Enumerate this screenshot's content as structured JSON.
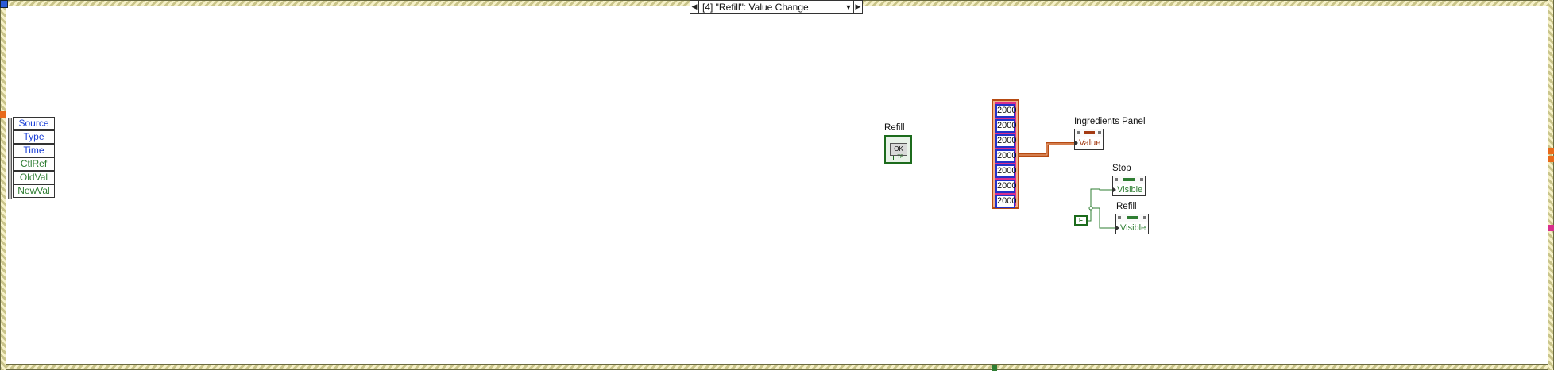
{
  "event_selector": {
    "label": "[4] \"Refill\": Value Change"
  },
  "event_data_node": {
    "items": [
      {
        "label": "Source",
        "color": "#1a3fd6"
      },
      {
        "label": "Type",
        "color": "#1a3fd6"
      },
      {
        "label": "Time",
        "color": "#1a3fd6"
      },
      {
        "label": "CtlRef",
        "color": "#2e7d32"
      },
      {
        "label": "OldVal",
        "color": "#2e7d32"
      },
      {
        "label": "NewVal",
        "color": "#2e7d32"
      }
    ]
  },
  "refill_terminal": {
    "label": "Refill",
    "button_text": "OK",
    "type_text": "TF"
  },
  "array_constant": {
    "values": [
      "2000",
      "2000",
      "2000",
      "2000",
      "2000",
      "2000",
      "2000"
    ]
  },
  "property_nodes": [
    {
      "label": "Ingredients Panel",
      "property": "Value",
      "color": "#a33a12"
    },
    {
      "label": "Stop",
      "property": "Visible",
      "color": "#2e7d32"
    },
    {
      "label": "Refill",
      "property": "Visible",
      "color": "#2e7d32"
    }
  ],
  "boolean_constant": {
    "value": "F"
  },
  "colors": {
    "numeric_wire": "#b64a12",
    "boolean_wire": "#2e7d32",
    "border_stripe": "#c9c48a",
    "text_blue": "#1a3fd6",
    "text_green": "#2e7d32"
  }
}
